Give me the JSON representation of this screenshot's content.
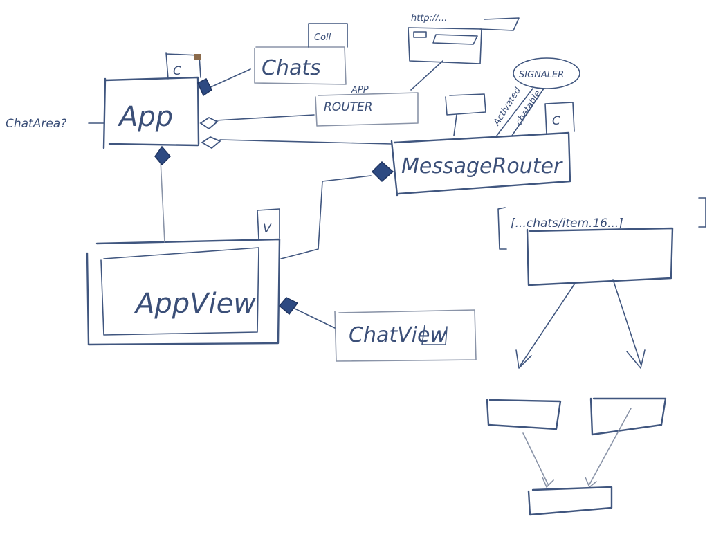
{
  "colors": {
    "ink": "#40567f",
    "marker_dark": "#2d4a82",
    "background": "#ffffff"
  },
  "labels": {
    "app": "App",
    "chats": "Chats",
    "coll": "Coll",
    "c_app": "C",
    "c_router": "C",
    "v_appview": "V",
    "app_router_top": "APP",
    "app_router": "ROUTER",
    "url": "http://...",
    "message_router": "MessageRouter",
    "signaler": "SIGNALER",
    "activated": "Activated",
    "chatable": "chatable",
    "app_view": "AppView",
    "chat_view": "ChatView",
    "chat_area": "ChatArea?",
    "route": "[...chats/item.16...]"
  }
}
